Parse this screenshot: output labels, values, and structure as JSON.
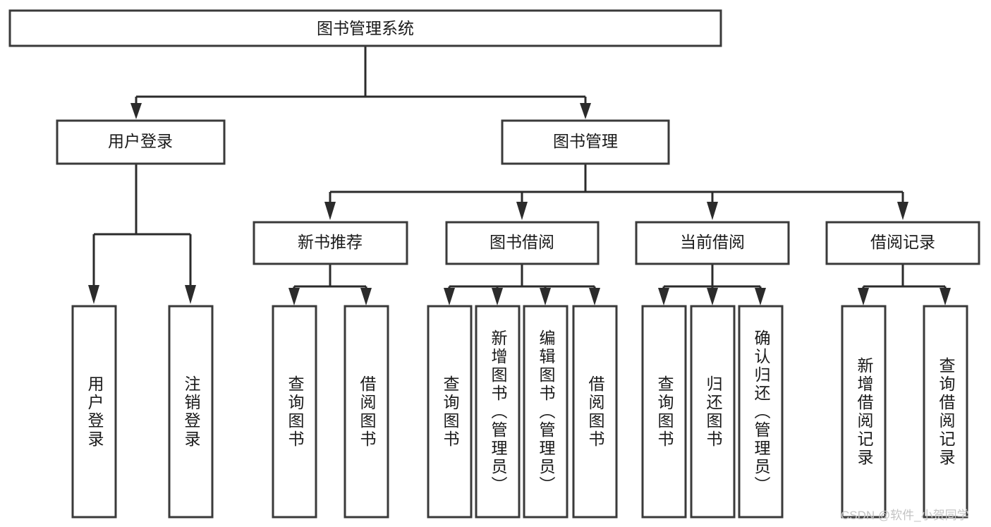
{
  "diagram": {
    "title": "图书管理系统",
    "type": "tree",
    "background_color": "#ffffff",
    "box_stroke_color": "#3a3a3a",
    "connector_color": "#2b2b2b",
    "text_color": "#1a1a1a",
    "root": {
      "id": "root",
      "label": "图书管理系统",
      "orientation": "horizontal"
    },
    "level2": [
      {
        "id": "user-login",
        "label": "用户登录",
        "orientation": "horizontal"
      },
      {
        "id": "book-manage",
        "label": "图书管理",
        "orientation": "horizontal"
      }
    ],
    "level3": [
      {
        "id": "new-book-recommend",
        "label": "新书推荐",
        "orientation": "horizontal",
        "parent": "book-manage"
      },
      {
        "id": "book-borrow",
        "label": "图书借阅",
        "orientation": "horizontal",
        "parent": "book-manage"
      },
      {
        "id": "current-borrow",
        "label": "当前借阅",
        "orientation": "horizontal",
        "parent": "book-manage"
      },
      {
        "id": "borrow-record",
        "label": "借阅记录",
        "orientation": "horizontal",
        "parent": "book-manage"
      }
    ],
    "leaves": [
      {
        "id": "leaf-user-login",
        "label": "用户登录",
        "orientation": "vertical",
        "parent": "user-login"
      },
      {
        "id": "leaf-logout",
        "label": "注销登录",
        "orientation": "vertical",
        "parent": "user-login"
      },
      {
        "id": "leaf-query-book-1",
        "label": "查询图书",
        "orientation": "vertical",
        "parent": "new-book-recommend"
      },
      {
        "id": "leaf-borrow-book-1",
        "label": "借阅图书",
        "orientation": "vertical",
        "parent": "new-book-recommend"
      },
      {
        "id": "leaf-query-book-2",
        "label": "查询图书",
        "orientation": "vertical",
        "parent": "book-borrow"
      },
      {
        "id": "leaf-add-book",
        "label": "新增图书（管理员）",
        "orientation": "vertical",
        "parent": "book-borrow"
      },
      {
        "id": "leaf-edit-book",
        "label": "编辑图书（管理员）",
        "orientation": "vertical",
        "parent": "book-borrow"
      },
      {
        "id": "leaf-borrow-book-2",
        "label": "借阅图书",
        "orientation": "vertical",
        "parent": "book-borrow"
      },
      {
        "id": "leaf-query-book-3",
        "label": "查询图书",
        "orientation": "vertical",
        "parent": "current-borrow"
      },
      {
        "id": "leaf-return-book",
        "label": "归还图书",
        "orientation": "vertical",
        "parent": "current-borrow"
      },
      {
        "id": "leaf-confirm-return",
        "label": "确认归还（管理员）",
        "orientation": "vertical",
        "parent": "current-borrow"
      },
      {
        "id": "leaf-add-record",
        "label": "新增借阅记录",
        "orientation": "vertical",
        "parent": "borrow-record"
      },
      {
        "id": "leaf-query-record",
        "label": "查询借阅记录",
        "orientation": "vertical",
        "parent": "borrow-record"
      }
    ]
  },
  "watermark": {
    "text": "CSDN @软件_小贺同学",
    "color": "#c4c4c4"
  }
}
